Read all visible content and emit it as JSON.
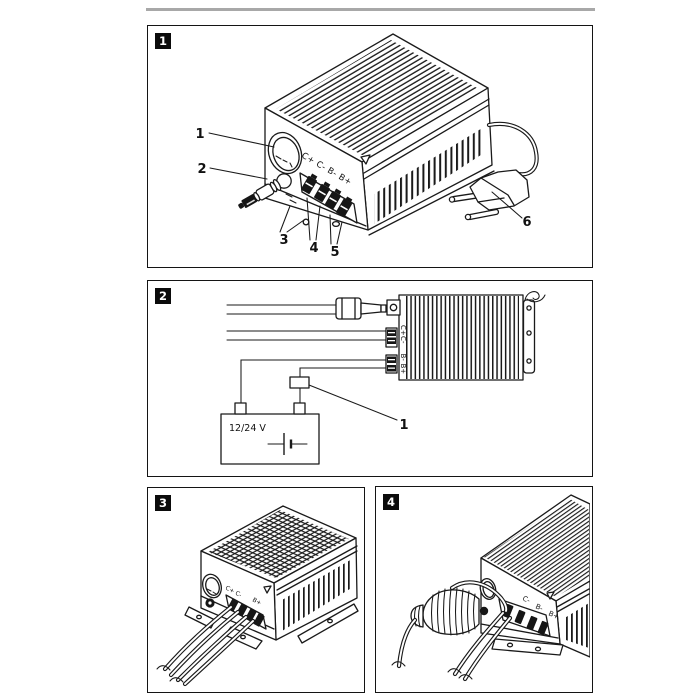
{
  "page": {
    "bg": "#ffffff",
    "ink": "#1a1a1a",
    "rule_color": "#a8a8a8"
  },
  "fig1": {
    "badge": "1",
    "terminal_labels": "C+ C- B- B+",
    "callout_1": "1",
    "callout_2": "2",
    "callout_3": "3",
    "callout_4": "4",
    "callout_5": "5",
    "callout_6": "6"
  },
  "fig2": {
    "badge": "2",
    "terminal_c_plus": "C+",
    "terminal_c_minus": "C-",
    "terminal_b_minus": "B-",
    "terminal_b_plus": "B+",
    "battery_label": "12/24 V",
    "callout_1": "1"
  },
  "fig3": {
    "badge": "3",
    "terminal_labels_left": "C+ C-",
    "terminal_label_right": "B+"
  },
  "fig4": {
    "badge": "4",
    "label_c_minus": "C-",
    "label_b_minus": "B-",
    "label_b_plus": "B+"
  }
}
